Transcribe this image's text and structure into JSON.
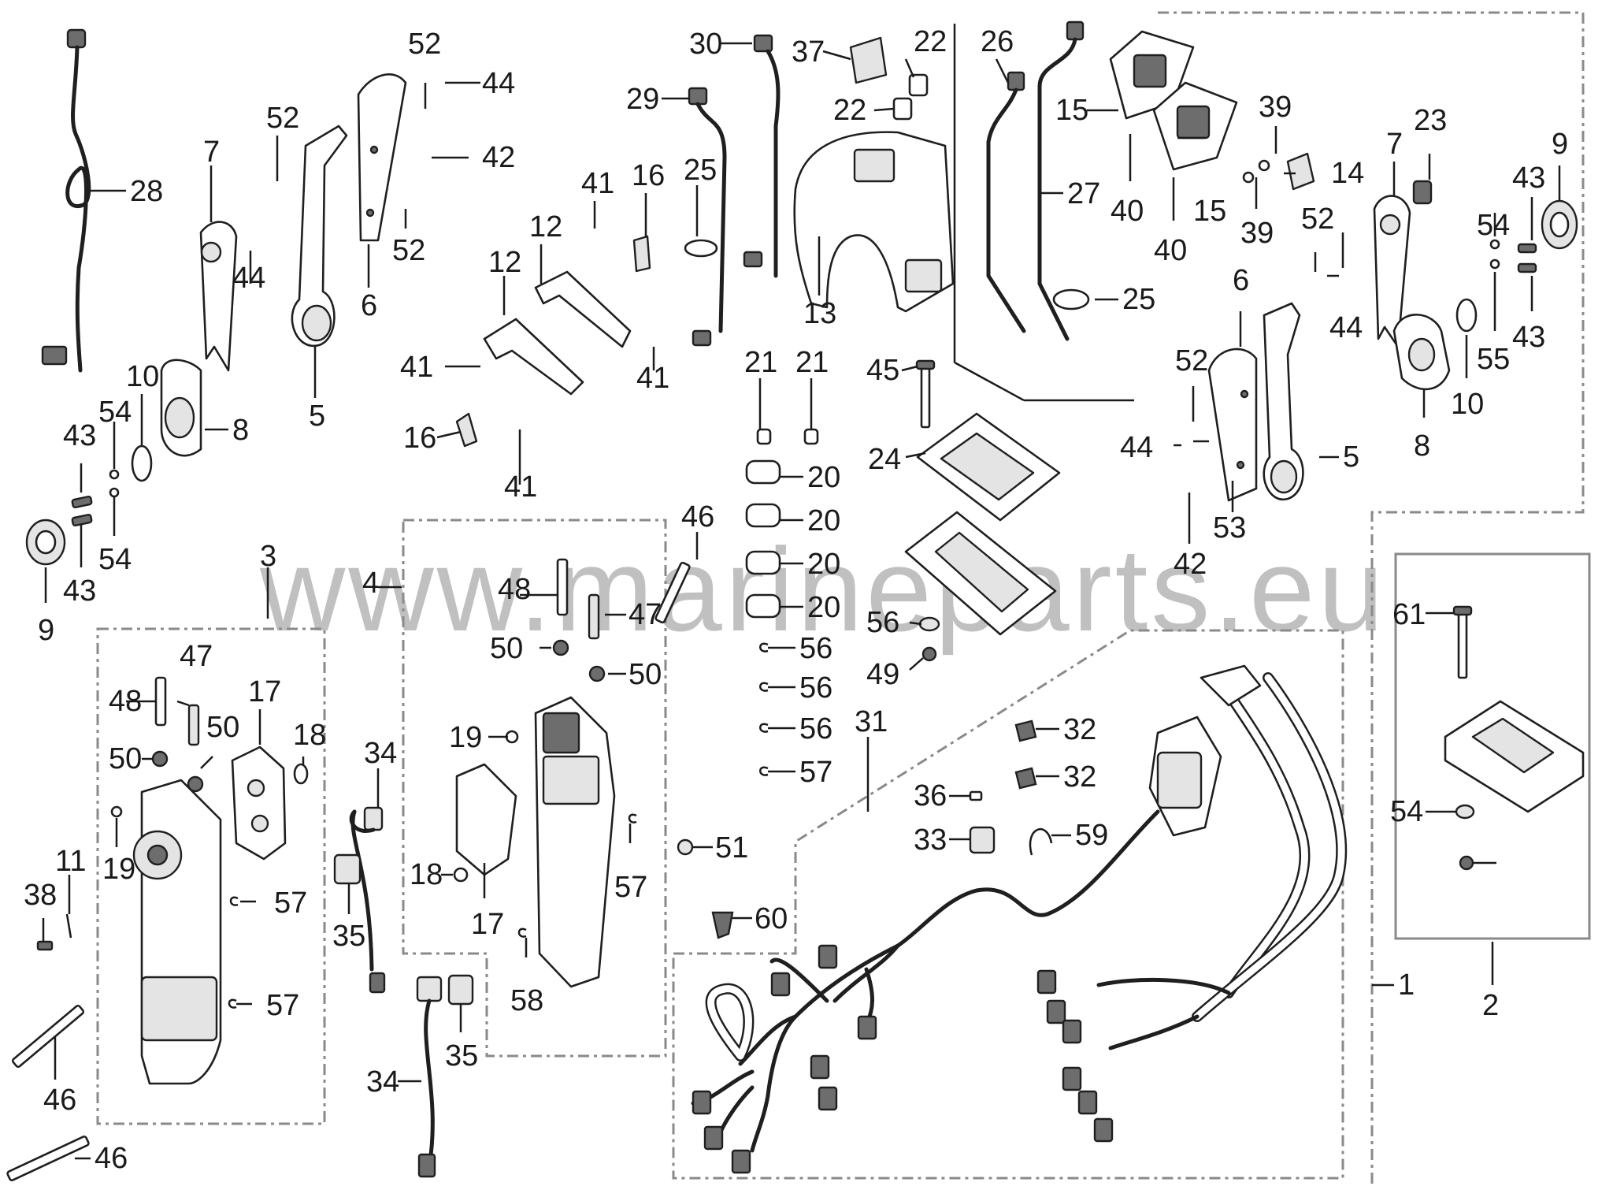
{
  "diagram": {
    "watermark": "www.marineparts.eu",
    "callouts": [
      "1",
      "2",
      "3",
      "4",
      "5",
      "5",
      "6",
      "6",
      "7",
      "7",
      "8",
      "8",
      "9",
      "9",
      "10",
      "10",
      "11",
      "12",
      "12",
      "13",
      "14",
      "15",
      "15",
      "16",
      "16",
      "17",
      "17",
      "18",
      "18",
      "19",
      "19",
      "20",
      "20",
      "20",
      "20",
      "21",
      "21",
      "22",
      "22",
      "23",
      "24",
      "25",
      "25",
      "26",
      "27",
      "28",
      "29",
      "30",
      "31",
      "32",
      "32",
      "33",
      "34",
      "34",
      "35",
      "35",
      "36",
      "37",
      "38",
      "39",
      "39",
      "40",
      "40",
      "41",
      "41",
      "41",
      "41",
      "42",
      "42",
      "43",
      "43",
      "43",
      "43",
      "44",
      "44",
      "44",
      "44",
      "45",
      "46",
      "46",
      "46",
      "46",
      "47",
      "47",
      "48",
      "48",
      "49",
      "50",
      "50",
      "50",
      "50",
      "51",
      "52",
      "52",
      "52",
      "52",
      "52",
      "53",
      "54",
      "54",
      "54",
      "54",
      "55",
      "56",
      "56",
      "56",
      "56",
      "57",
      "57",
      "57",
      "57",
      "58",
      "59",
      "60",
      "61"
    ]
  }
}
